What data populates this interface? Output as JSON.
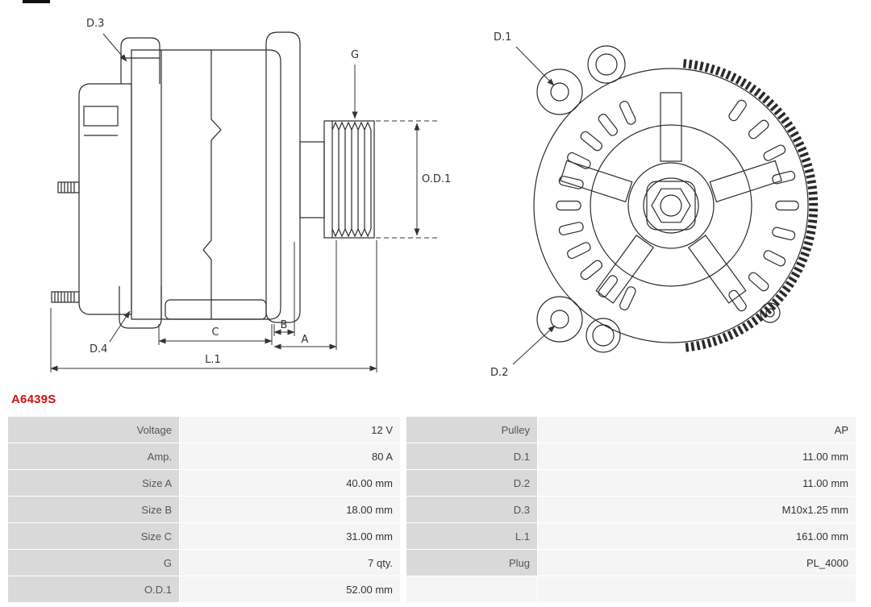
{
  "part_number": "A6439S",
  "diagram": {
    "side_view": {
      "labels": {
        "d3": "D.3",
        "g": "G",
        "od1": "O.D.1",
        "d4": "D.4",
        "c": "C",
        "b": "B",
        "a": "A",
        "l1": "L.1"
      }
    },
    "front_view": {
      "labels": {
        "d1": "D.1",
        "d2": "D.2"
      }
    }
  },
  "spec_table": {
    "left_rows": [
      {
        "label": "Voltage",
        "value": "12 V"
      },
      {
        "label": "Amp.",
        "value": "80 A"
      },
      {
        "label": "Size A",
        "value": "40.00 mm"
      },
      {
        "label": "Size B",
        "value": "18.00 mm"
      },
      {
        "label": "Size C",
        "value": "31.00 mm"
      },
      {
        "label": "G",
        "value": "7 qty."
      },
      {
        "label": "O.D.1",
        "value": "52.00 mm"
      }
    ],
    "right_rows": [
      {
        "label": "Pulley",
        "value": "AP"
      },
      {
        "label": "D.1",
        "value": "11.00 mm"
      },
      {
        "label": "D.2",
        "value": "11.00 mm"
      },
      {
        "label": "D.3",
        "value": "M10x1.25 mm"
      },
      {
        "label": "L.1",
        "value": "161.00 mm"
      },
      {
        "label": "Plug",
        "value": "PL_4000"
      },
      {
        "label": "",
        "value": ""
      }
    ]
  },
  "colors": {
    "accent_red": "#cc1111",
    "label_bg": "#d9d9d9",
    "value_bg": "#f5f5f5",
    "line": "#2a2a2a"
  }
}
